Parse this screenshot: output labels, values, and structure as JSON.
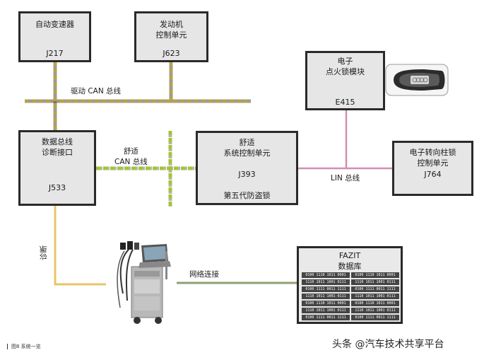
{
  "boxes": {
    "j217": {
      "title": "自动变速器",
      "code": "J217"
    },
    "j623": {
      "title": "发动机\n控制单元",
      "code": "J623"
    },
    "e415": {
      "title": "电子\n点火锁模块",
      "code": "E415"
    },
    "j533": {
      "title": "数据总线\n诊断接口",
      "code": "J533"
    },
    "j393": {
      "title": "舒适\n系统控制单元",
      "code": "J393",
      "note": "第五代防盗锁"
    },
    "j764": {
      "title": "电子转向柱锁\n控制单元",
      "code": "J764"
    },
    "fazit": {
      "title": "FAZIT\n数据库"
    }
  },
  "bus_labels": {
    "drive_can": "驱动 CAN 总线",
    "comfort_can": "舒适\nCAN 总线",
    "lin": "LIN 总线",
    "diagnosis": "诊断",
    "network": "网络连接"
  },
  "fazit_cells": [
    "0100 1110 1011 0001",
    "0100 1110 1011 0001",
    "1110 1011 1001 0111",
    "1110 1011 1001 0111",
    "0100 1111 0011 1111",
    "0100 1111 0011 1111",
    "1110 1011 1001 0111",
    "1110 1011 1001 0111",
    "0100 1110 1011 0001",
    "0100 1110 1011 0001",
    "1110 1011 1001 0111",
    "1110 1011 1001 0111",
    "0100 1111 0011 1111",
    "0100 1111 0011 1111"
  ],
  "caption": "图8  系统一览",
  "watermark": "头条 @汽车技术共享平台",
  "colors": {
    "drive_can": "#b8a24a",
    "comfort_can": "#a6c23a",
    "lin": "#d08fb0",
    "diagnosis": "#e8c46a",
    "network": "#8fa070"
  }
}
